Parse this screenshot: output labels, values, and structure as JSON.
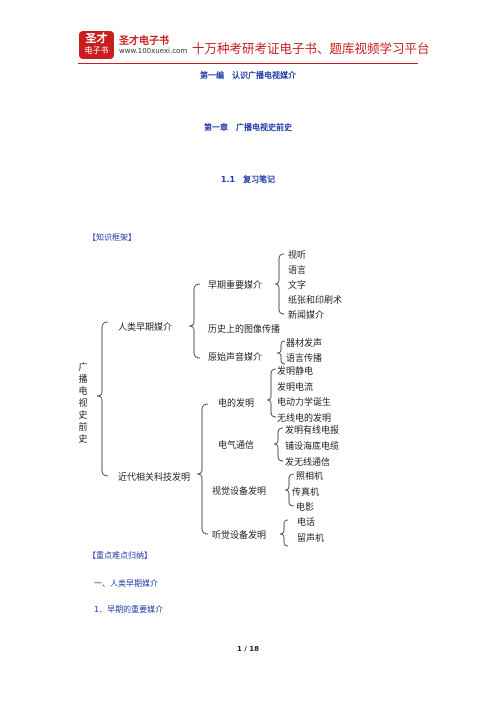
{
  "header": {
    "logo_line1": "圣才",
    "logo_line2": "电子书",
    "brand": "圣才电子书",
    "url": "www.100xuexi.com",
    "slogan": "十万种考研考证电子书、题库视频学习平台"
  },
  "headings": {
    "part": "第一编　认识广播电视媒介",
    "chapter": "第一章　广播电视史前史",
    "section": "1.1　复习笔记"
  },
  "knowledge_label": "【知识框架】",
  "tree": {
    "root": "广播电视史前史",
    "branch1": {
      "label": "人类早期媒介",
      "children": {
        "early_media": {
          "label": "早期重要媒介",
          "items": [
            "视听",
            "语言",
            "文字",
            "纸张和印刷术",
            "新闻媒介"
          ]
        },
        "image": "历史上的图像传播",
        "sound": {
          "label": "原始声音媒介",
          "items": [
            "器材发声",
            "语言传播"
          ]
        }
      }
    },
    "branch2": {
      "label": "近代相关科技发明",
      "children": {
        "electric": {
          "label": "电的发明",
          "items": [
            "发明静电",
            "发明电流",
            "电动力学诞生",
            "无线电的发明"
          ]
        },
        "telecom": {
          "label": "电气通信",
          "items": [
            "发明有线电报",
            "铺设海底电缆",
            "发无线通信"
          ]
        },
        "visual": {
          "label": "视觉设备发明",
          "items": [
            "照相机",
            "传真机",
            "电影"
          ]
        },
        "audio": {
          "label": "听觉设备发明",
          "items": [
            "电话",
            "留声机"
          ]
        }
      }
    }
  },
  "key_label": "【重点难点归纳】",
  "outline": {
    "h1": "一、人类早期媒介",
    "h2": "1．早期的重要媒介"
  },
  "footer": {
    "page": "1 / 18"
  }
}
